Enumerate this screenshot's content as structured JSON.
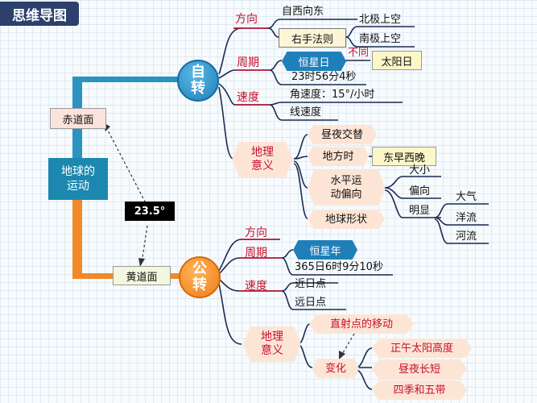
{
  "header": {
    "title": "思维导图"
  },
  "root": {
    "label": "地球的\n运动"
  },
  "planes": {
    "equator": "赤道面",
    "ecliptic": "黄道面",
    "tilt": "23.5°"
  },
  "rotation": {
    "center": "自\n转",
    "direction": {
      "label": "方向",
      "value": "自西向东",
      "rule": "右手法则",
      "north": "北极上空",
      "south": "南极上空"
    },
    "period": {
      "label": "周期",
      "sidereal_day": "恒星日",
      "diff": "不同",
      "solar_day": "太阳日",
      "value": "23时56分4秒"
    },
    "speed": {
      "label": "速度",
      "angular": "角速度：15°/小时",
      "linear": "线速度"
    },
    "significance": {
      "label": "地理\n意义",
      "day_night": "昼夜交替",
      "local_time": "地方时",
      "east_early": "东早西晚",
      "deflection": "水平运\n动偏向",
      "magnitude": "大小",
      "direction": "偏向",
      "obvious": "明显",
      "atmosphere": "大气",
      "ocean": "洋流",
      "river": "河流",
      "shape": "地球形状"
    }
  },
  "revolution": {
    "center": "公\n转",
    "direction": {
      "label": "方向"
    },
    "period": {
      "label": "周期",
      "sidereal_year": "恒星年",
      "value": "365日6时9分10秒"
    },
    "speed": {
      "label": "速度",
      "perihelion": "近日点",
      "aphelion": "远日点"
    },
    "significance": {
      "label": "地理\n意义",
      "direct_point": "直射点的移动",
      "change": "变化",
      "noon_height": "正午太阳高度",
      "day_length": "昼夜长短",
      "seasons": "四季和五带"
    }
  },
  "colors": {
    "accent_red": "#c8102e",
    "rotation_blue": "#1f7fb9",
    "revolution_orange": "#ef7d15",
    "root_blue": "#1c88b0",
    "line_navy": "#1a2a52"
  }
}
